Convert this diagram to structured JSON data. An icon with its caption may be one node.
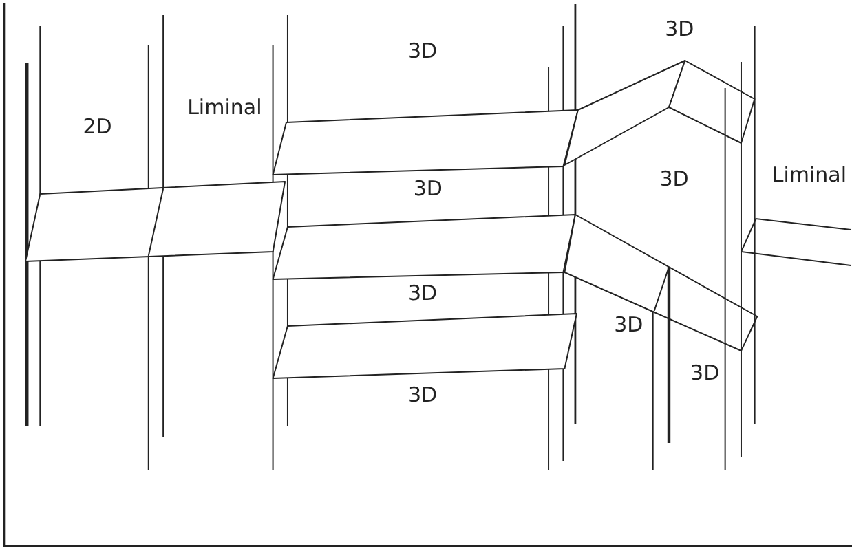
{
  "diagram": {
    "labels": [
      "3D",
      "3D",
      "Liminal",
      "2D",
      "Liminal",
      "3D",
      "3D",
      "3D",
      "3D",
      "3D",
      "3D"
    ]
  }
}
